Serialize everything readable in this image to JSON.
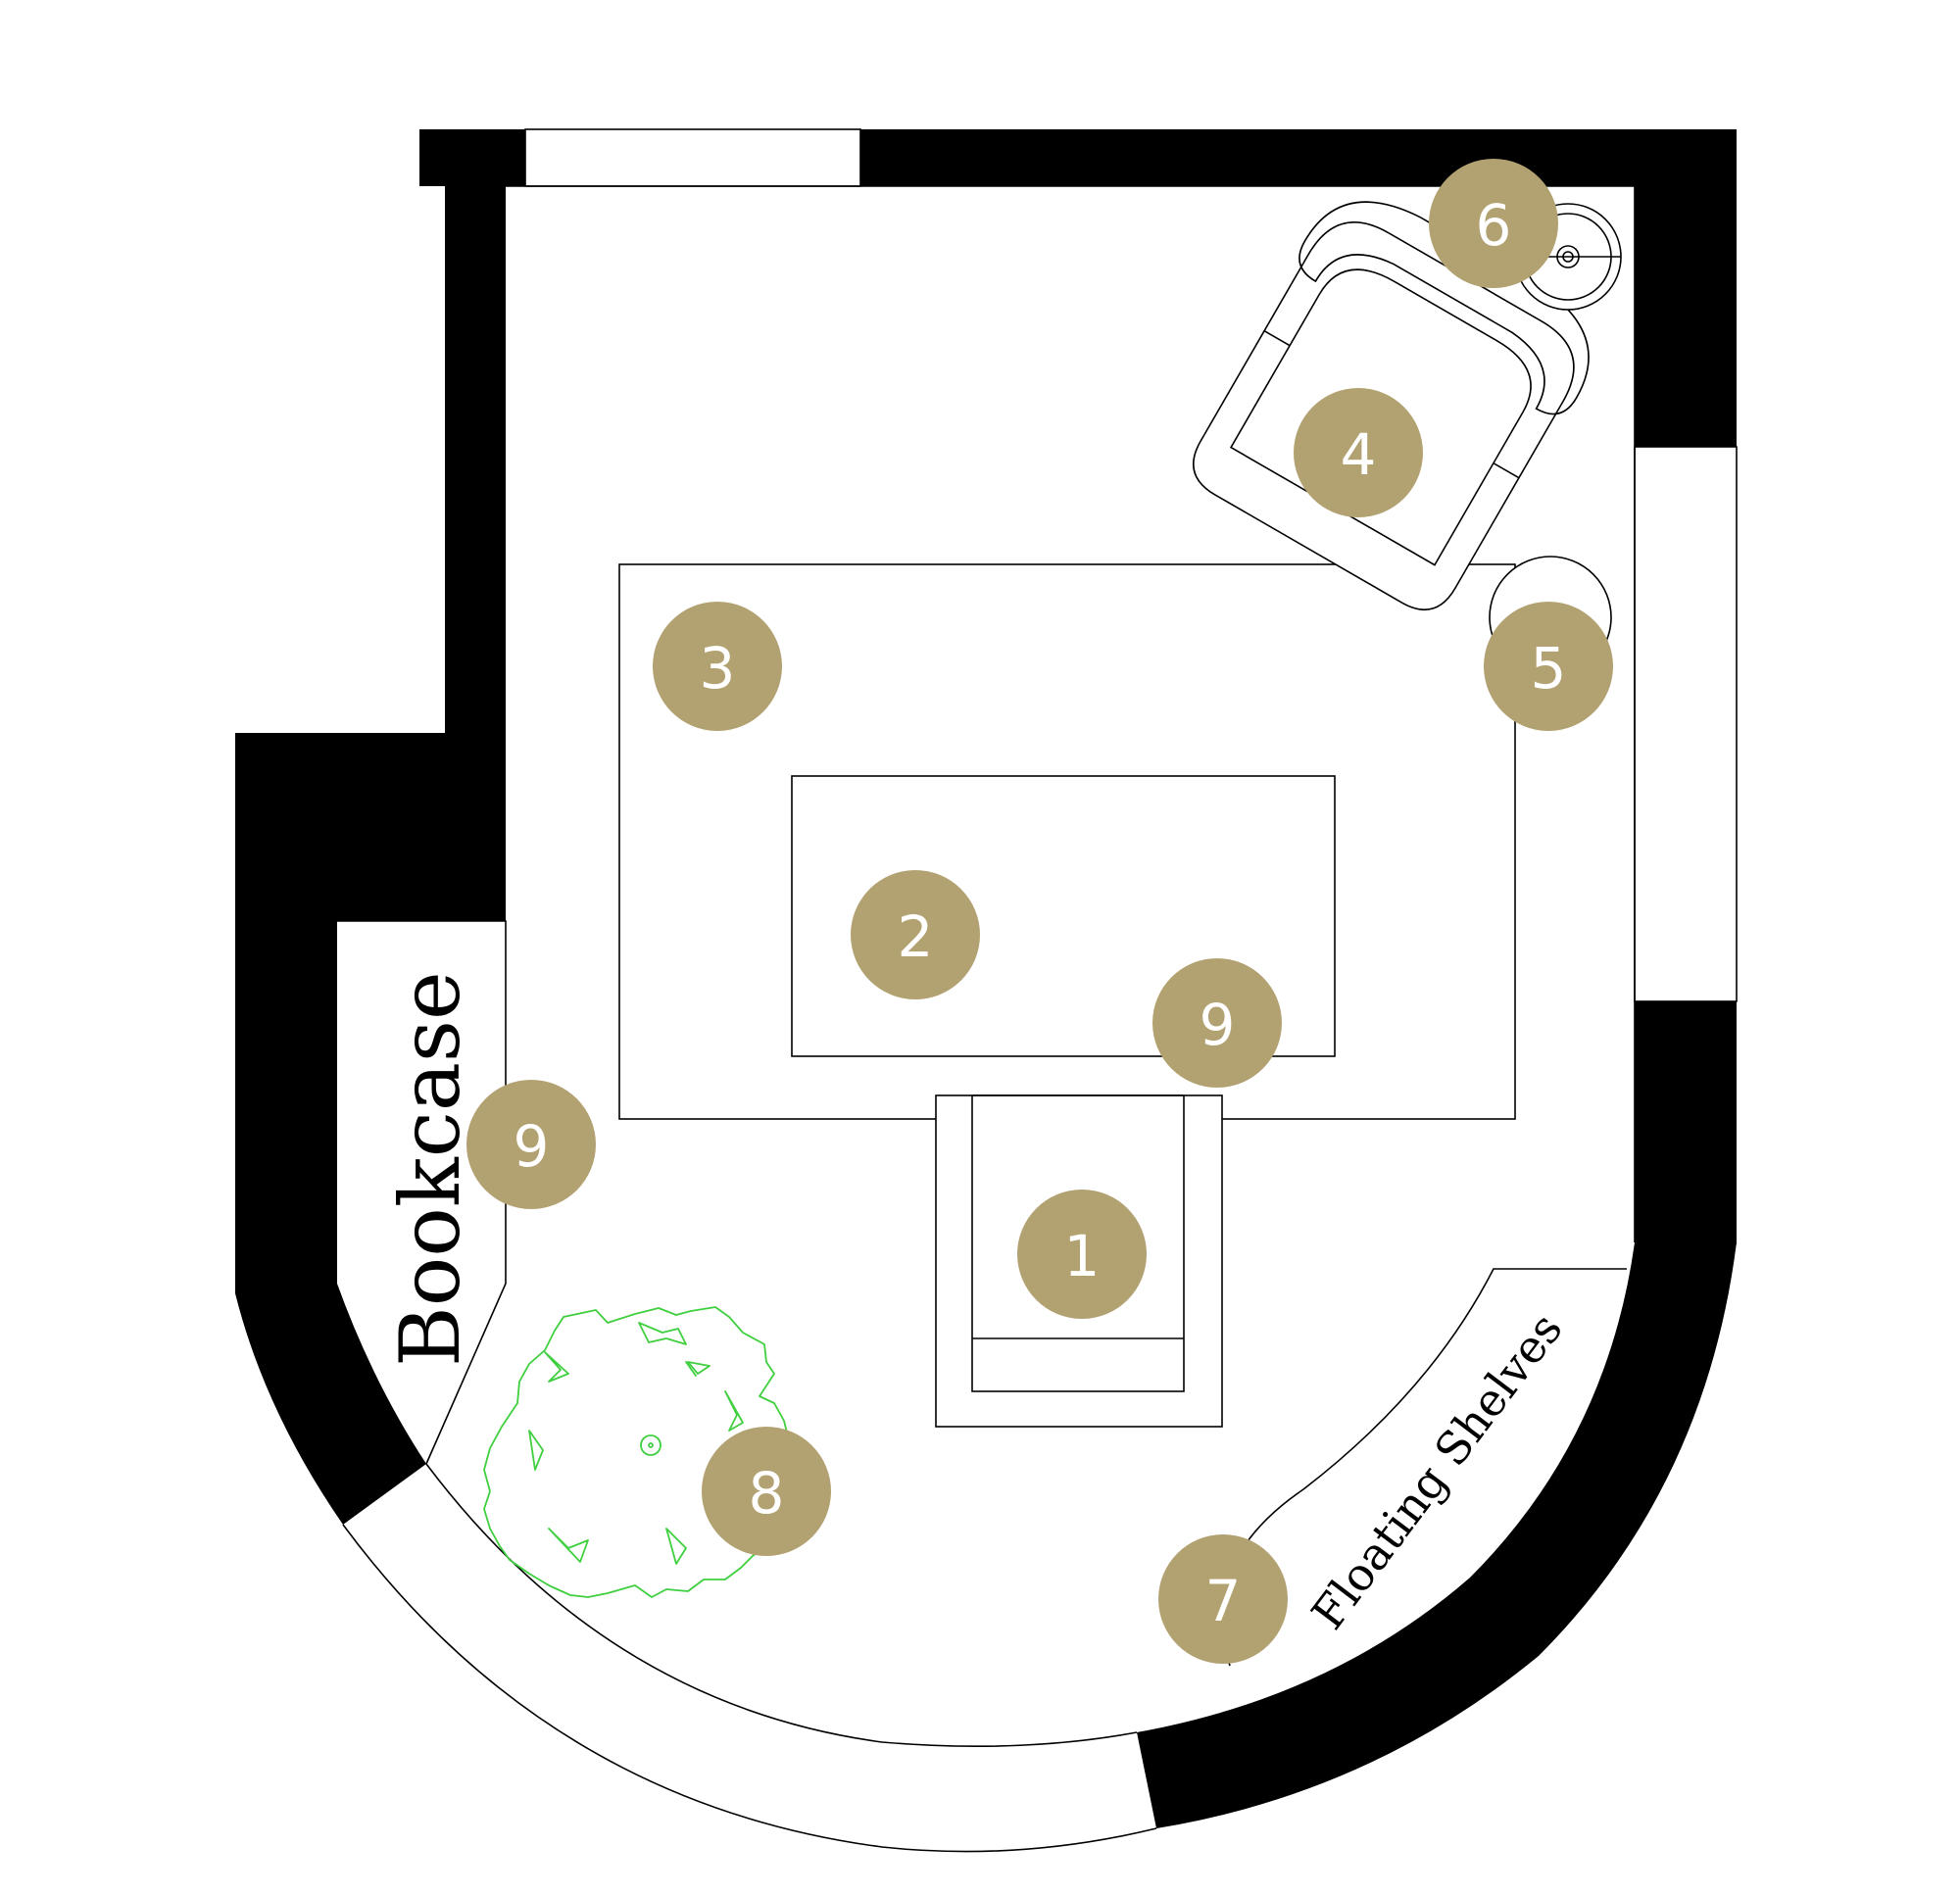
{
  "colors": {
    "wall": "#000000",
    "marker": "#b3a271",
    "marker_text": "#ffffff",
    "plant": "#3fcf3f",
    "background": "#ffffff"
  },
  "labels": {
    "bookcase": "Bookcase",
    "floating_shelves": "Floating Shelves"
  },
  "markers": [
    {
      "id": "6",
      "label": "6"
    },
    {
      "id": "4",
      "label": "4"
    },
    {
      "id": "3",
      "label": "3"
    },
    {
      "id": "5",
      "label": "5"
    },
    {
      "id": "2",
      "label": "2"
    },
    {
      "id": "9a",
      "label": "9"
    },
    {
      "id": "9b",
      "label": "9"
    },
    {
      "id": "1",
      "label": "1"
    },
    {
      "id": "8",
      "label": "8"
    },
    {
      "id": "7",
      "label": "7"
    }
  ],
  "icons": [
    "armchair-icon",
    "side-table-icon",
    "floor-lamp-icon",
    "potted-plant-icon",
    "desk-chair-icon"
  ]
}
